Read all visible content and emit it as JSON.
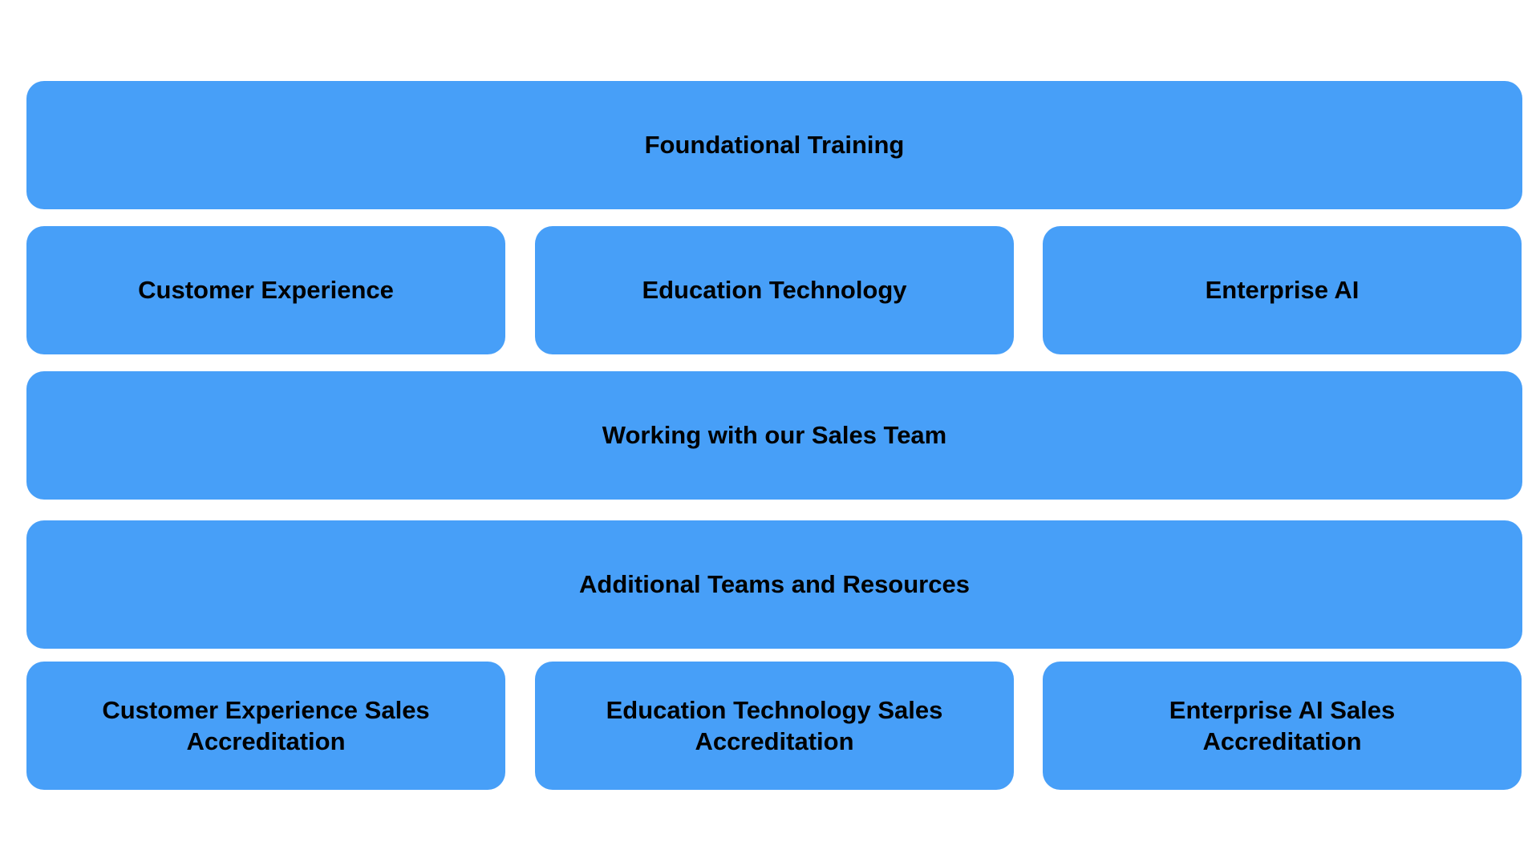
{
  "diagram": {
    "foundational": "Foundational Training",
    "tracks": [
      {
        "label": "Customer Experience"
      },
      {
        "label": "Education Technology"
      },
      {
        "label": "Enterprise AI"
      }
    ],
    "sales_team": "Working with our Sales Team",
    "additional": "Additional Teams and Resources",
    "accreditations": [
      {
        "line1": "Customer Experience Sales",
        "line2": "Accreditation"
      },
      {
        "line1": "Education Technology Sales",
        "line2": "Accreditation"
      },
      {
        "line1": "Enterprise AI Sales",
        "line2": "Accreditation"
      }
    ],
    "block_color": "#479ff8"
  }
}
